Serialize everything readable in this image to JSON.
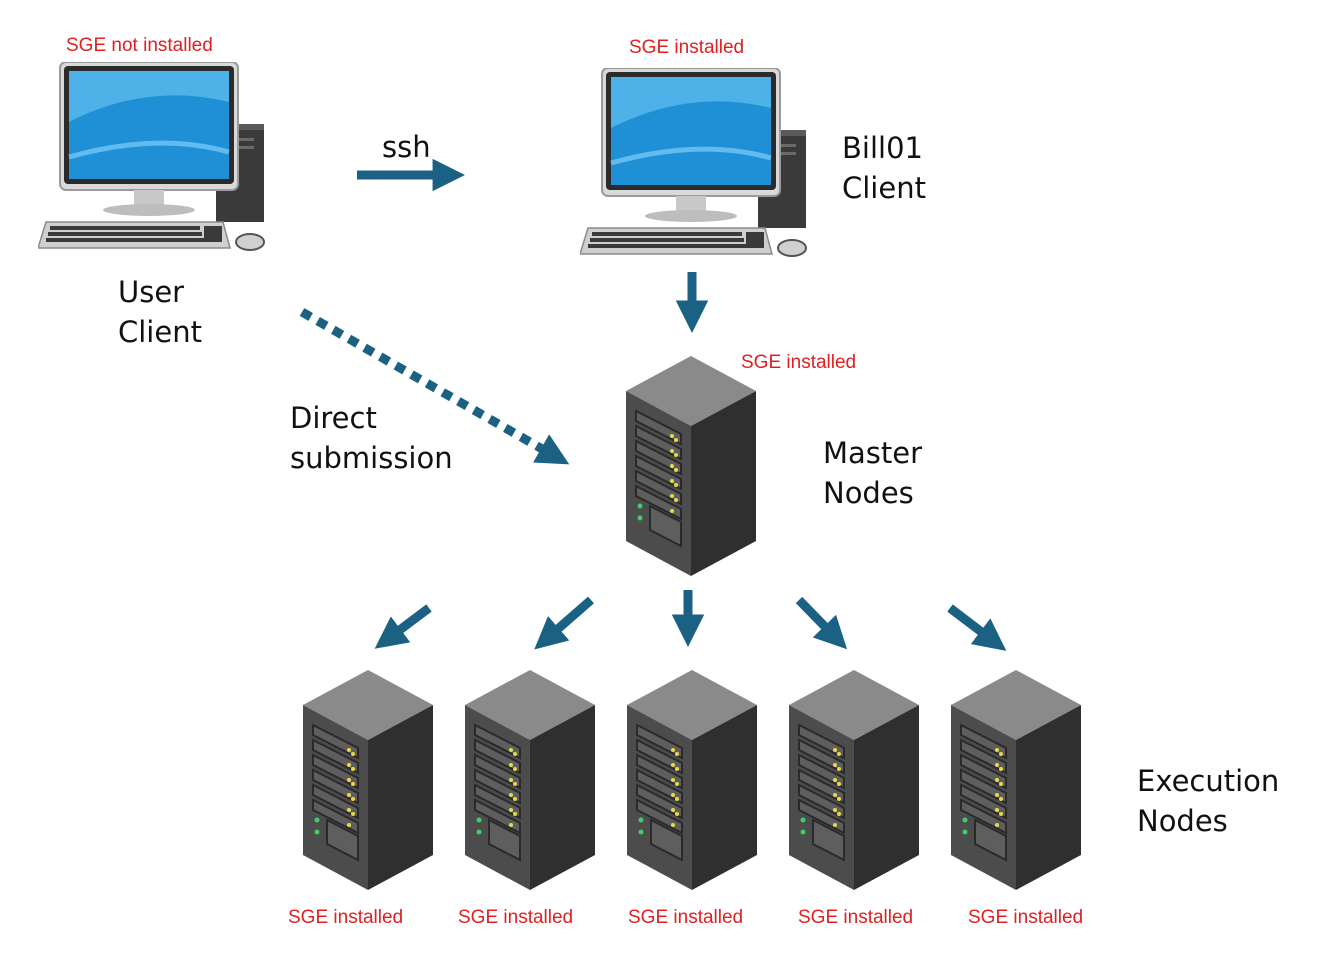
{
  "colors": {
    "arrow": "#1a6184",
    "note": "#e02020",
    "server_front": "#4a4a4a",
    "server_side": "#2d2d2d",
    "server_top": "#8a8a8a",
    "screen": "#1f8fd6"
  },
  "icons": {
    "computer": "desktop-computer-icon",
    "server": "server-rack-icon"
  },
  "user_client": {
    "note": "SGE not installed",
    "line1": "User",
    "line2": "Client"
  },
  "bill_client": {
    "note": "SGE installed",
    "line1": "Bill01",
    "line2": "Client"
  },
  "ssh_label": "ssh",
  "direct": {
    "line1": "Direct",
    "line2": "submission"
  },
  "master": {
    "note": "SGE installed",
    "line1": "Master",
    "line2": "Nodes"
  },
  "execution": {
    "line1": "Execution",
    "line2": "Nodes",
    "nodes": [
      {
        "note": "SGE installed"
      },
      {
        "note": "SGE installed"
      },
      {
        "note": "SGE installed"
      },
      {
        "note": "SGE installed"
      },
      {
        "note": "SGE installed"
      }
    ]
  }
}
